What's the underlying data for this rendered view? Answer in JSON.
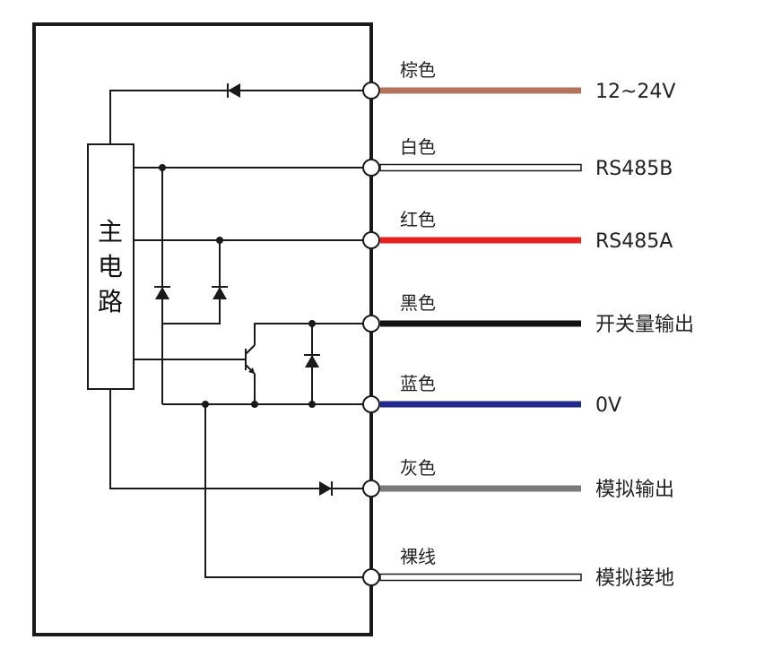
{
  "main_block": {
    "chars": [
      "主",
      "电",
      "路"
    ]
  },
  "wires": [
    {
      "color_name": "棕色",
      "signal": "12~24V",
      "color": "#b4735a",
      "hollow": false
    },
    {
      "color_name": "白色",
      "signal": "RS485B",
      "color": "#ffffff",
      "hollow": true
    },
    {
      "color_name": "红色",
      "signal": "RS485A",
      "color": "#e8231f",
      "hollow": false
    },
    {
      "color_name": "黑色",
      "signal": "开关量输出",
      "color": "#111111",
      "hollow": false
    },
    {
      "color_name": "蓝色",
      "signal": "0V",
      "color": "#1f2a8c",
      "hollow": false
    },
    {
      "color_name": "灰色",
      "signal": "模拟输出",
      "color": "#7a7a7a",
      "hollow": false
    },
    {
      "color_name": "裸线",
      "signal": "模拟接地",
      "color": "#ffffff",
      "hollow": true
    }
  ]
}
